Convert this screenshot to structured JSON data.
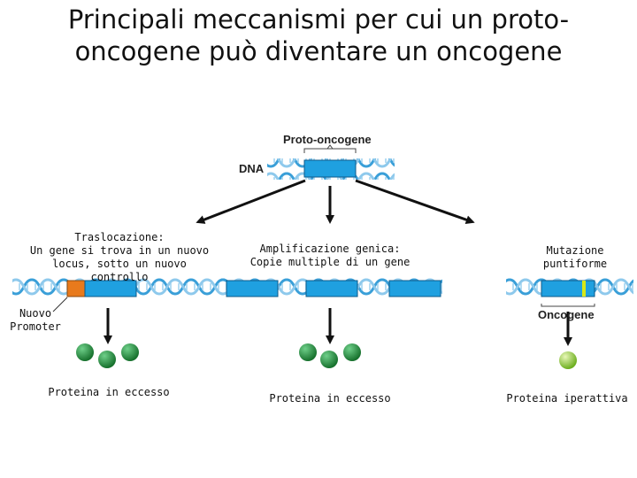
{
  "title": {
    "line1": "Principali meccanismi per cui un  proto-",
    "line2": "oncogene può diventare un oncogene"
  },
  "diagram": {
    "top_gene_label": "Proto-oncogene",
    "dna_label": "DNA",
    "translocation": {
      "line1": "Traslocazione:",
      "line2": "Un gene si trova in un nuovo",
      "line3": "locus, sotto un nuovo controllo",
      "promoter_line1": "Nuovo",
      "promoter_line2": "Promoter",
      "result": "Proteina in eccesso"
    },
    "amplification": {
      "line1": "Amplificazione genica:",
      "line2": "Copie multiple di un gene",
      "result": "Proteina in eccesso"
    },
    "mutation": {
      "line1": "Mutazione",
      "line2": "puntiforme",
      "gene_label": "Oncogene",
      "result": "Proteina iperattiva"
    }
  },
  "colors": {
    "dna_helix": "#3a9fd8",
    "gene_box": "#1fa0e0",
    "promoter": "#e87a1c",
    "mutation_mark": "#d6e81a",
    "protein_normal": "#1e8c3a",
    "protein_hyperactive": "#9bd63a"
  }
}
